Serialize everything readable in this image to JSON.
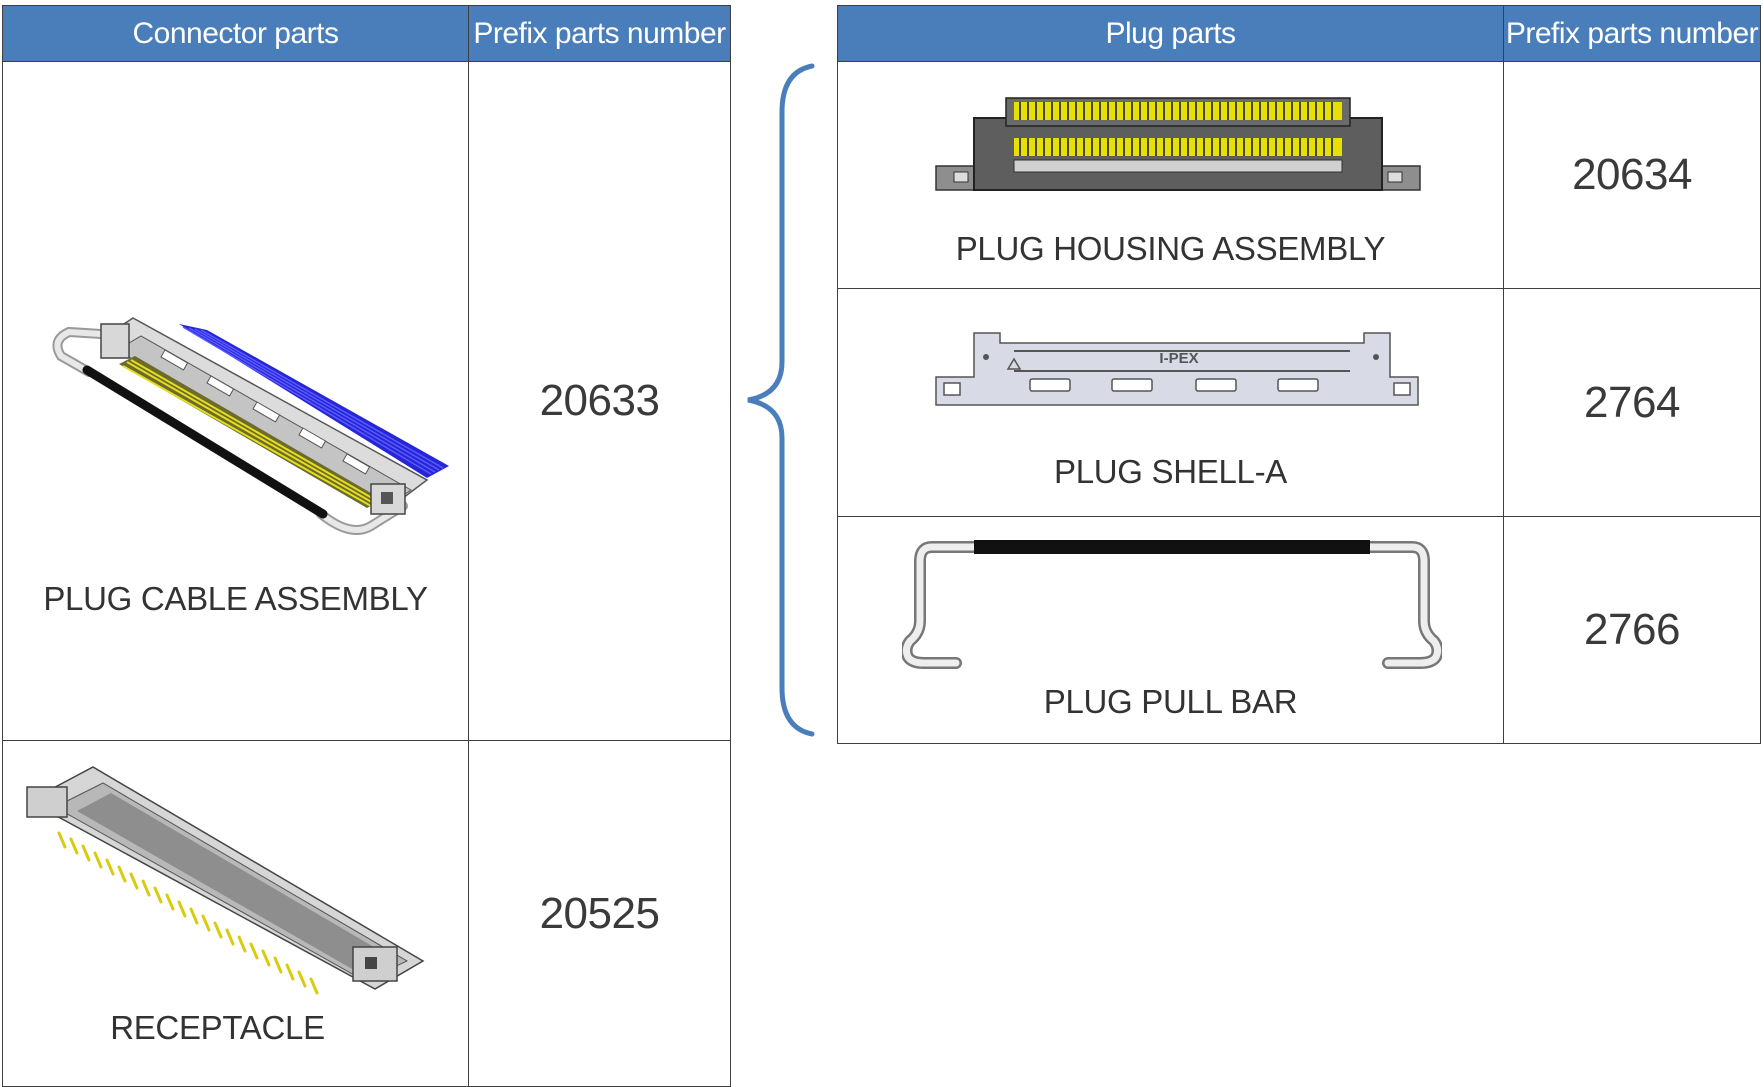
{
  "connector_table": {
    "headers": [
      "Connector parts",
      "Prefix parts number"
    ],
    "rows": [
      {
        "part": "PLUG CABLE ASSEMBLY",
        "prefix": "20633",
        "image_icon": "plug-cable-assembly-illustration"
      },
      {
        "part": "RECEPTACLE",
        "prefix": "20525",
        "image_icon": "receptacle-illustration"
      }
    ]
  },
  "plug_table": {
    "headers": [
      "Plug parts",
      "Prefix parts number"
    ],
    "rows": [
      {
        "part": "PLUG HOUSING ASSEMBLY",
        "prefix": "20634",
        "image_icon": "plug-housing-assembly-illustration"
      },
      {
        "part": "PLUG SHELL-A",
        "prefix": "2764",
        "image_icon": "plug-shell-a-illustration",
        "image_text": "I-PEX"
      },
      {
        "part": "PLUG PULL BAR",
        "prefix": "2766",
        "image_icon": "plug-pull-bar-illustration"
      }
    ]
  },
  "colors": {
    "header_bg": "#4a7ebb",
    "header_text": "#ffffff",
    "brace": "#4a7ebb",
    "cable_wires": "#2a2ae0",
    "contacts": "#e8e000"
  }
}
